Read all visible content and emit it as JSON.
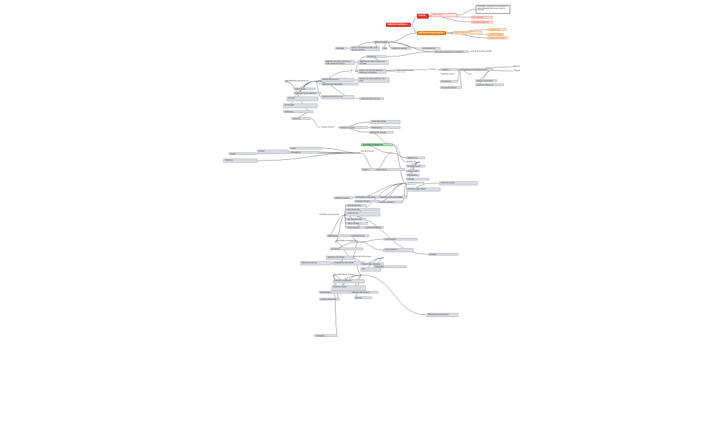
{
  "nodes": [
    {
      "id": "root",
      "text": "MINERVINI E MANNELLA",
      "cls": "red"
    },
    {
      "id": "n_top1",
      "text": "FASE 0N",
      "cls": "red"
    },
    {
      "id": "n_top1a",
      "text": "ridurre i rischi",
      "cls": "pink"
    },
    {
      "id": "n_top1b",
      "text": "cfr. 1 processo",
      "cls": "pink"
    },
    {
      "id": "n_top1c",
      "text": "il processo funziona in base",
      "cls": "pink"
    },
    {
      "id": "n_top1d",
      "text": "completare i compiti che si presentano nel corso dell'attività; allo stesso modo nel processo",
      "cls": "outline"
    },
    {
      "id": "n_top2",
      "text": "ottimizzazione delle prestazioni",
      "cls": "orange"
    },
    {
      "id": "n_top2a",
      "text": "insieme delle azioni di miglioramento",
      "cls": "peach"
    },
    {
      "id": "n_top2b",
      "text": "migliorare con efficienza",
      "cls": "peach"
    },
    {
      "id": "n_top2c",
      "text": "capacità di gestire",
      "cls": "peach"
    },
    {
      "id": "n_top2d",
      "text": "capacità di progettare",
      "cls": "peach"
    },
    {
      "id": "n_a1",
      "text": "IDENTIFICAZIONE DEI",
      "cls": ""
    },
    {
      "id": "n_a2",
      "text": "dell'analisi",
      "cls": ""
    },
    {
      "id": "n_a3",
      "text": "analisi e valutazione dei dati e delle aree del problema",
      "cls": ""
    },
    {
      "id": "n_a4",
      "text": "spesa",
      "cls": ""
    },
    {
      "id": "n_a5",
      "text": "analisi del processo",
      "cls": ""
    },
    {
      "id": "n_a6",
      "text": "progettazione del cambiamento",
      "cls": ""
    },
    {
      "id": "n_a7",
      "text": "Esecuzione della fase di progettazione",
      "cls": ""
    },
    {
      "id": "n_a8",
      "text": "controllo di gestione di FASE",
      "cls": "plain"
    },
    {
      "id": "n_b1",
      "text": "processo di progettazione",
      "cls": ""
    },
    {
      "id": "n_b2",
      "text": "Miglioramento delle performance e della qualità del processo",
      "cls": ""
    },
    {
      "id": "n_b3",
      "text": "Miglioramento delle prestazioni del processo",
      "cls": ""
    },
    {
      "id": "n_b4",
      "text": "AS IS",
      "cls": "plain"
    },
    {
      "id": "n_b5",
      "text": "gestione del processo attraverso l'adozione di un sistema",
      "cls": ""
    },
    {
      "id": "n_b6",
      "text": "FASE DI ANALISI DEL PROCESSO",
      "cls": "plain"
    },
    {
      "id": "n_c1",
      "text": "Processo",
      "cls": "plain"
    },
    {
      "id": "n_c2",
      "text": "FASE DI PROGETTAZIONE",
      "cls": ""
    },
    {
      "id": "n_c3",
      "text": "Progettazione del cambiamento del processo",
      "cls": ""
    },
    {
      "id": "n_c4",
      "text": "Esperienza",
      "cls": "plain"
    },
    {
      "id": "n_c5",
      "text": "Progettazione",
      "cls": "plain"
    },
    {
      "id": "n_c6",
      "text": "Analisi dei processi",
      "cls": "plain"
    },
    {
      "id": "n_c7",
      "text": "Controllo dei processi",
      "cls": ""
    },
    {
      "id": "n_c8",
      "text": "Gestione del processo",
      "cls": ""
    },
    {
      "id": "n_c9",
      "text": "Analisi del processo di progettazione",
      "cls": ""
    },
    {
      "id": "n_c10",
      "text": "Processi di supporto",
      "cls": ""
    },
    {
      "id": "n_d1",
      "text": "DEFINIZIONE degli obiettivi del progetto",
      "cls": "plain"
    },
    {
      "id": "n_d2",
      "text": "RIDUZIONE dei tempi",
      "cls": ""
    },
    {
      "id": "n_d3",
      "text": "Miglioramento della qualità",
      "cls": ""
    },
    {
      "id": "n_d4",
      "text": "riduzione dei costi di gestione e dei rischi",
      "cls": ""
    },
    {
      "id": "n_d5",
      "text": "Miglioramento del processo",
      "cls": ""
    },
    {
      "id": "n_d6",
      "text": "Analisi dei dati di processo",
      "cls": ""
    },
    {
      "id": "n_d7",
      "text": "Ottimizzazione",
      "cls": ""
    },
    {
      "id": "n_d8",
      "text": "Miglioramento del sistema di gestione",
      "cls": ""
    },
    {
      "id": "n_d9",
      "text": "Controllo",
      "cls": ""
    },
    {
      "id": "n_d10",
      "text": "Monitoraggio",
      "cls": ""
    },
    {
      "id": "n_d11",
      "text": "Valutazione",
      "cls": ""
    },
    {
      "id": "n_e1",
      "text": "Gruppo di progettazione",
      "cls": ""
    },
    {
      "id": "n_e2",
      "text": "Il gruppo di lavoro",
      "cls": "plain"
    },
    {
      "id": "n_e3",
      "text": "definizione dei ruoli",
      "cls": ""
    },
    {
      "id": "n_e4",
      "text": "Analisi delle attività",
      "cls": ""
    },
    {
      "id": "n_e5",
      "text": "Pianificazione",
      "cls": ""
    },
    {
      "id": "n_e6",
      "text": "ANALISI del processo",
      "cls": ""
    },
    {
      "id": "n_f1",
      "text": "GESTIONE DI PROGETTO",
      "cls": "green"
    },
    {
      "id": "n_f2",
      "text": "fasi del processo",
      "cls": "plain"
    },
    {
      "id": "n_f3",
      "text": "Analisi",
      "cls": ""
    },
    {
      "id": "n_f4",
      "text": "progettazione",
      "cls": ""
    },
    {
      "id": "n_f5",
      "text": "sviluppo",
      "cls": ""
    },
    {
      "id": "n_f6",
      "text": "Verifica",
      "cls": ""
    },
    {
      "id": "n_f7",
      "text": "Validazione",
      "cls": ""
    },
    {
      "id": "n_f8",
      "text": "Rilascio",
      "cls": ""
    },
    {
      "id": "n_f9",
      "text": "Manutenzione",
      "cls": ""
    },
    {
      "id": "n_f10",
      "text": "Miglioramento continuo del processo",
      "cls": ""
    },
    {
      "id": "n_g1",
      "text": "gestione del processo",
      "cls": "plain"
    },
    {
      "id": "n_g2",
      "text": "Progettazione del sistema",
      "cls": ""
    },
    {
      "id": "n_g3",
      "text": "Gestione delle risorse",
      "cls": ""
    },
    {
      "id": "n_g4",
      "text": "Pianificazione delle attività",
      "cls": ""
    },
    {
      "id": "n_g5",
      "text": "Controllo",
      "cls": ""
    },
    {
      "id": "n_h1",
      "text": "PROGETTAZIONE DEL PROCESSO",
      "cls": "plain"
    },
    {
      "id": "n_h2",
      "text": "Analisi dei requisiti",
      "cls": ""
    },
    {
      "id": "n_h3",
      "text": "Definizione degli obiettivi",
      "cls": ""
    },
    {
      "id": "n_h4",
      "text": "Analisi del contesto",
      "cls": ""
    },
    {
      "id": "n_h5",
      "text": "Individuazione delle attività",
      "cls": ""
    },
    {
      "id": "n_h6",
      "text": "Definizione delle responsabilità",
      "cls": ""
    },
    {
      "id": "n_h7",
      "text": "Progettazione delle procedure",
      "cls": ""
    },
    {
      "id": "n_h8",
      "text": "Verifica e validazione",
      "cls": ""
    },
    {
      "id": "n_i1",
      "text": "CONTROLLO del processo",
      "cls": "plain"
    },
    {
      "id": "n_i2",
      "text": "Monitoraggio delle prestazioni",
      "cls": ""
    },
    {
      "id": "n_i3",
      "text": "Raccolta dei dati",
      "cls": ""
    },
    {
      "id": "n_i4",
      "text": "Analisi dei dati",
      "cls": ""
    },
    {
      "id": "n_i5",
      "text": "Identificazione delle criticità",
      "cls": ""
    },
    {
      "id": "n_i6",
      "text": "Azioni correttive",
      "cls": ""
    },
    {
      "id": "n_i7",
      "text": "Azioni preventive",
      "cls": ""
    },
    {
      "id": "n_i8",
      "text": "Verifica dell'efficacia",
      "cls": ""
    },
    {
      "id": "n_i9",
      "text": "Riesame",
      "cls": ""
    },
    {
      "id": "n_i10",
      "text": "Miglioramento",
      "cls": ""
    },
    {
      "id": "n_j1",
      "text": "GESTIONE del cambiamento",
      "cls": "plain"
    },
    {
      "id": "n_j2",
      "text": "Pianificazione del cambiamento",
      "cls": ""
    },
    {
      "id": "n_j3",
      "text": "Comunicazione",
      "cls": ""
    },
    {
      "id": "n_j4",
      "text": "Formazione",
      "cls": ""
    },
    {
      "id": "n_j5",
      "text": "Implementazione",
      "cls": ""
    },
    {
      "id": "n_j6",
      "text": "Valutazione dei risultati",
      "cls": ""
    },
    {
      "id": "n_k1",
      "text": "SVILUPPO del processo",
      "cls": "plain"
    },
    {
      "id": "n_k2",
      "text": "Definizione delle fasi",
      "cls": ""
    },
    {
      "id": "n_k3",
      "text": "Progettazione delle attività",
      "cls": ""
    },
    {
      "id": "n_k4",
      "text": "Sviluppo delle procedure",
      "cls": ""
    },
    {
      "id": "n_k5",
      "text": "Integrazione",
      "cls": ""
    },
    {
      "id": "n_k6",
      "text": "Test",
      "cls": ""
    },
    {
      "id": "n_l1",
      "text": "VALUTAZIONE del processo",
      "cls": "plain"
    },
    {
      "id": "n_l2",
      "text": "Indicatori di prestazione",
      "cls": ""
    },
    {
      "id": "n_l3",
      "text": "Analisi dei risultati",
      "cls": ""
    },
    {
      "id": "n_l4",
      "text": "Benchmarking",
      "cls": ""
    },
    {
      "id": "n_l5",
      "text": "Riesame della direzione",
      "cls": ""
    },
    {
      "id": "n_l6",
      "text": "Piano di miglioramento",
      "cls": ""
    },
    {
      "id": "n_l7",
      "text": "Gestione della qualità",
      "cls": ""
    },
    {
      "id": "n_l8",
      "text": "Miglioramento del processo",
      "cls": ""
    },
    {
      "id": "n_l9",
      "text": "Conclusione",
      "cls": ""
    }
  ],
  "links": [
    [
      "root",
      "n_top1"
    ],
    [
      "root",
      "n_top2"
    ],
    [
      "n_top1",
      "n_top1a"
    ],
    [
      "n_top1",
      "n_top1b"
    ],
    [
      "n_top1",
      "n_top1c"
    ],
    [
      "n_top1a",
      "n_top1d"
    ],
    [
      "n_top2",
      "n_top2a"
    ],
    [
      "n_top2",
      "n_top2b"
    ],
    [
      "n_top2",
      "n_top2c"
    ],
    [
      "n_top2",
      "n_top2d"
    ],
    [
      "n_top2",
      "n_a1"
    ],
    [
      "n_a1",
      "n_a2"
    ],
    [
      "n_a1",
      "n_a3"
    ],
    [
      "n_a1",
      "n_a4"
    ],
    [
      "n_a1",
      "n_a5"
    ],
    [
      "n_a1",
      "n_a6"
    ],
    [
      "n_a1",
      "n_a7"
    ],
    [
      "n_a7",
      "n_a8"
    ],
    [
      "n_a7",
      "n_b1"
    ],
    [
      "n_b1",
      "n_b2"
    ],
    [
      "n_b1",
      "n_b3"
    ],
    [
      "n_b3",
      "n_b4"
    ],
    [
      "n_b4",
      "n_b5"
    ],
    [
      "n_b4",
      "n_b6"
    ],
    [
      "n_b4",
      "n_c1"
    ],
    [
      "n_c1",
      "n_c2"
    ],
    [
      "n_c1",
      "n_c3"
    ],
    [
      "n_c2",
      "n_c4"
    ],
    [
      "n_c2",
      "n_c5"
    ],
    [
      "n_c3",
      "n_c6"
    ],
    [
      "n_c3",
      "n_c7"
    ],
    [
      "n_c3",
      "n_c8"
    ],
    [
      "n_c3",
      "n_c9"
    ],
    [
      "n_c3",
      "n_c10"
    ],
    [
      "n_b4",
      "n_d1"
    ],
    [
      "n_d1",
      "n_d2"
    ],
    [
      "n_d1",
      "n_d3"
    ],
    [
      "n_d1",
      "n_d4"
    ],
    [
      "n_d1",
      "n_d5"
    ],
    [
      "n_d1",
      "n_d6"
    ],
    [
      "n_d1",
      "n_d7"
    ],
    [
      "n_d1",
      "n_d8"
    ],
    [
      "n_d1",
      "n_d9"
    ],
    [
      "n_d1",
      "n_d10"
    ],
    [
      "n_d1",
      "n_d11"
    ],
    [
      "n_d11",
      "n_e1"
    ],
    [
      "n_e1",
      "n_e2"
    ],
    [
      "n_e2",
      "n_e3"
    ],
    [
      "n_e2",
      "n_e4"
    ],
    [
      "n_e2",
      "n_e5"
    ],
    [
      "n_e2",
      "n_e6"
    ],
    [
      "n_e6",
      "n_f1"
    ],
    [
      "n_f1",
      "n_f2"
    ],
    [
      "n_f2",
      "n_f3"
    ],
    [
      "n_f2",
      "n_f4"
    ],
    [
      "n_f2",
      "n_f5"
    ],
    [
      "n_f2",
      "n_f6"
    ],
    [
      "n_f2",
      "n_f7"
    ],
    [
      "n_f2",
      "n_f8"
    ],
    [
      "n_f2",
      "n_f9"
    ],
    [
      "n_f2",
      "n_f10"
    ],
    [
      "n_f1",
      "n_g1"
    ],
    [
      "n_g1",
      "n_g2"
    ],
    [
      "n_g1",
      "n_g3"
    ],
    [
      "n_g1",
      "n_g4"
    ],
    [
      "n_g1",
      "n_g5"
    ],
    [
      "n_f1",
      "n_h1"
    ],
    [
      "n_h1",
      "n_h2"
    ],
    [
      "n_h1",
      "n_h3"
    ],
    [
      "n_h1",
      "n_h4"
    ],
    [
      "n_h1",
      "n_h5"
    ],
    [
      "n_h1",
      "n_h6"
    ],
    [
      "n_h1",
      "n_h7"
    ],
    [
      "n_h1",
      "n_h8"
    ],
    [
      "n_h1",
      "n_i1"
    ],
    [
      "n_i1",
      "n_i2"
    ],
    [
      "n_i1",
      "n_i3"
    ],
    [
      "n_i1",
      "n_i4"
    ],
    [
      "n_i1",
      "n_i5"
    ],
    [
      "n_i1",
      "n_i6"
    ],
    [
      "n_i1",
      "n_i7"
    ],
    [
      "n_i1",
      "n_i8"
    ],
    [
      "n_i1",
      "n_i9"
    ],
    [
      "n_i1",
      "n_i10"
    ],
    [
      "n_i1",
      "n_j1"
    ],
    [
      "n_j1",
      "n_j2"
    ],
    [
      "n_j1",
      "n_j3"
    ],
    [
      "n_j1",
      "n_j4"
    ],
    [
      "n_j1",
      "n_j5"
    ],
    [
      "n_j1",
      "n_j6"
    ],
    [
      "n_j1",
      "n_k1"
    ],
    [
      "n_k1",
      "n_k2"
    ],
    [
      "n_k1",
      "n_k3"
    ],
    [
      "n_k1",
      "n_k4"
    ],
    [
      "n_k1",
      "n_k5"
    ],
    [
      "n_k1",
      "n_k6"
    ],
    [
      "n_k1",
      "n_l1"
    ],
    [
      "n_l1",
      "n_l2"
    ],
    [
      "n_l1",
      "n_l3"
    ],
    [
      "n_l1",
      "n_l4"
    ],
    [
      "n_l1",
      "n_l5"
    ],
    [
      "n_l1",
      "n_l6"
    ],
    [
      "n_l1",
      "n_l7"
    ],
    [
      "n_l1",
      "n_l8"
    ],
    [
      "n_l1",
      "n_l9"
    ]
  ]
}
